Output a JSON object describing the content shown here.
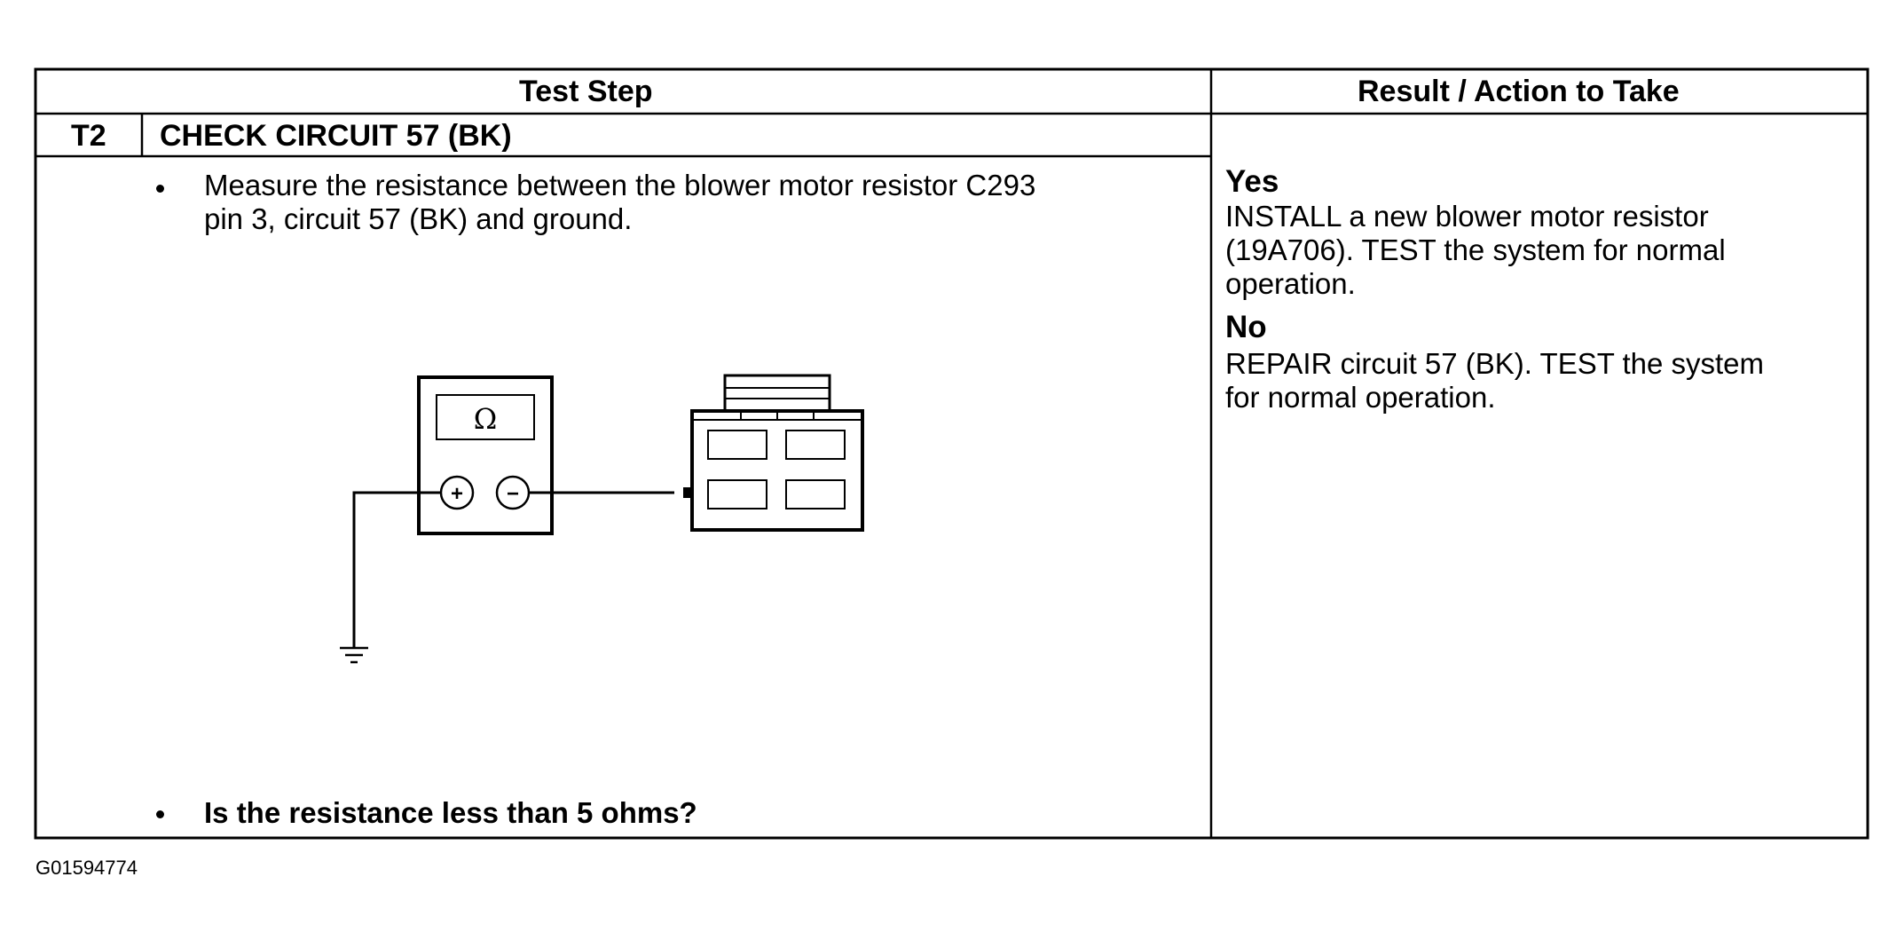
{
  "table": {
    "header_test_step": "Test Step",
    "header_result": "Result / Action to Take",
    "step_id": "T2",
    "step_title": "CHECK CIRCUIT 57 (BK)",
    "instruction": {
      "line1": "Measure the resistance between the blower motor resistor C293",
      "line2": "pin 3, circuit 57 (BK) and ground."
    },
    "question": "Is the resistance less than 5 ohms?",
    "results": [
      {
        "label": "Yes",
        "lines": [
          "INSTALL a new blower motor resistor",
          "(19A706). TEST the system for normal",
          "operation."
        ]
      },
      {
        "label": "No",
        "lines": [
          "REPAIR circuit 57 (BK). TEST the system",
          "for normal operation."
        ]
      }
    ]
  },
  "diagram": {
    "meter_symbol": "Ω",
    "positive_terminal": "+",
    "negative_terminal": "−",
    "icons": [
      "ohmmeter-icon",
      "connector-icon",
      "ground-symbol-icon",
      "probe-lead-icon"
    ]
  },
  "footer": {
    "figure_id": "G01594774"
  }
}
